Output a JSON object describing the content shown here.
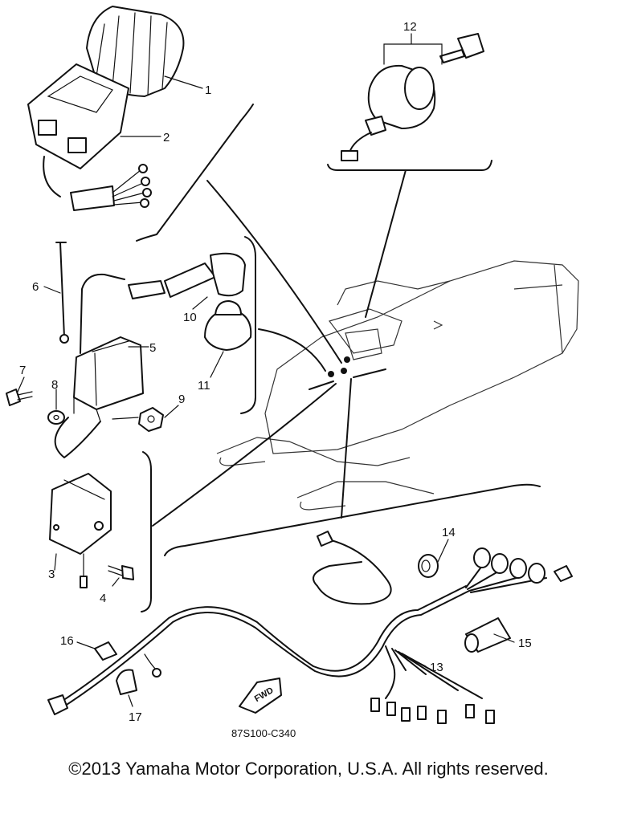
{
  "callouts": {
    "c1": "1",
    "c2": "2",
    "c3": "3",
    "c4": "4",
    "c5": "5",
    "c6": "6",
    "c7": "7",
    "c8": "8",
    "c9": "9",
    "c10": "10",
    "c11": "11",
    "c12": "12",
    "c13": "13",
    "c14": "14",
    "c15": "15",
    "c16": "16",
    "c17": "17"
  },
  "fwd_label": "FWD",
  "drawing_code": "87S100-C340",
  "copyright": "©2013 Yamaha Motor Corporation, U.S.A. All rights reserved."
}
